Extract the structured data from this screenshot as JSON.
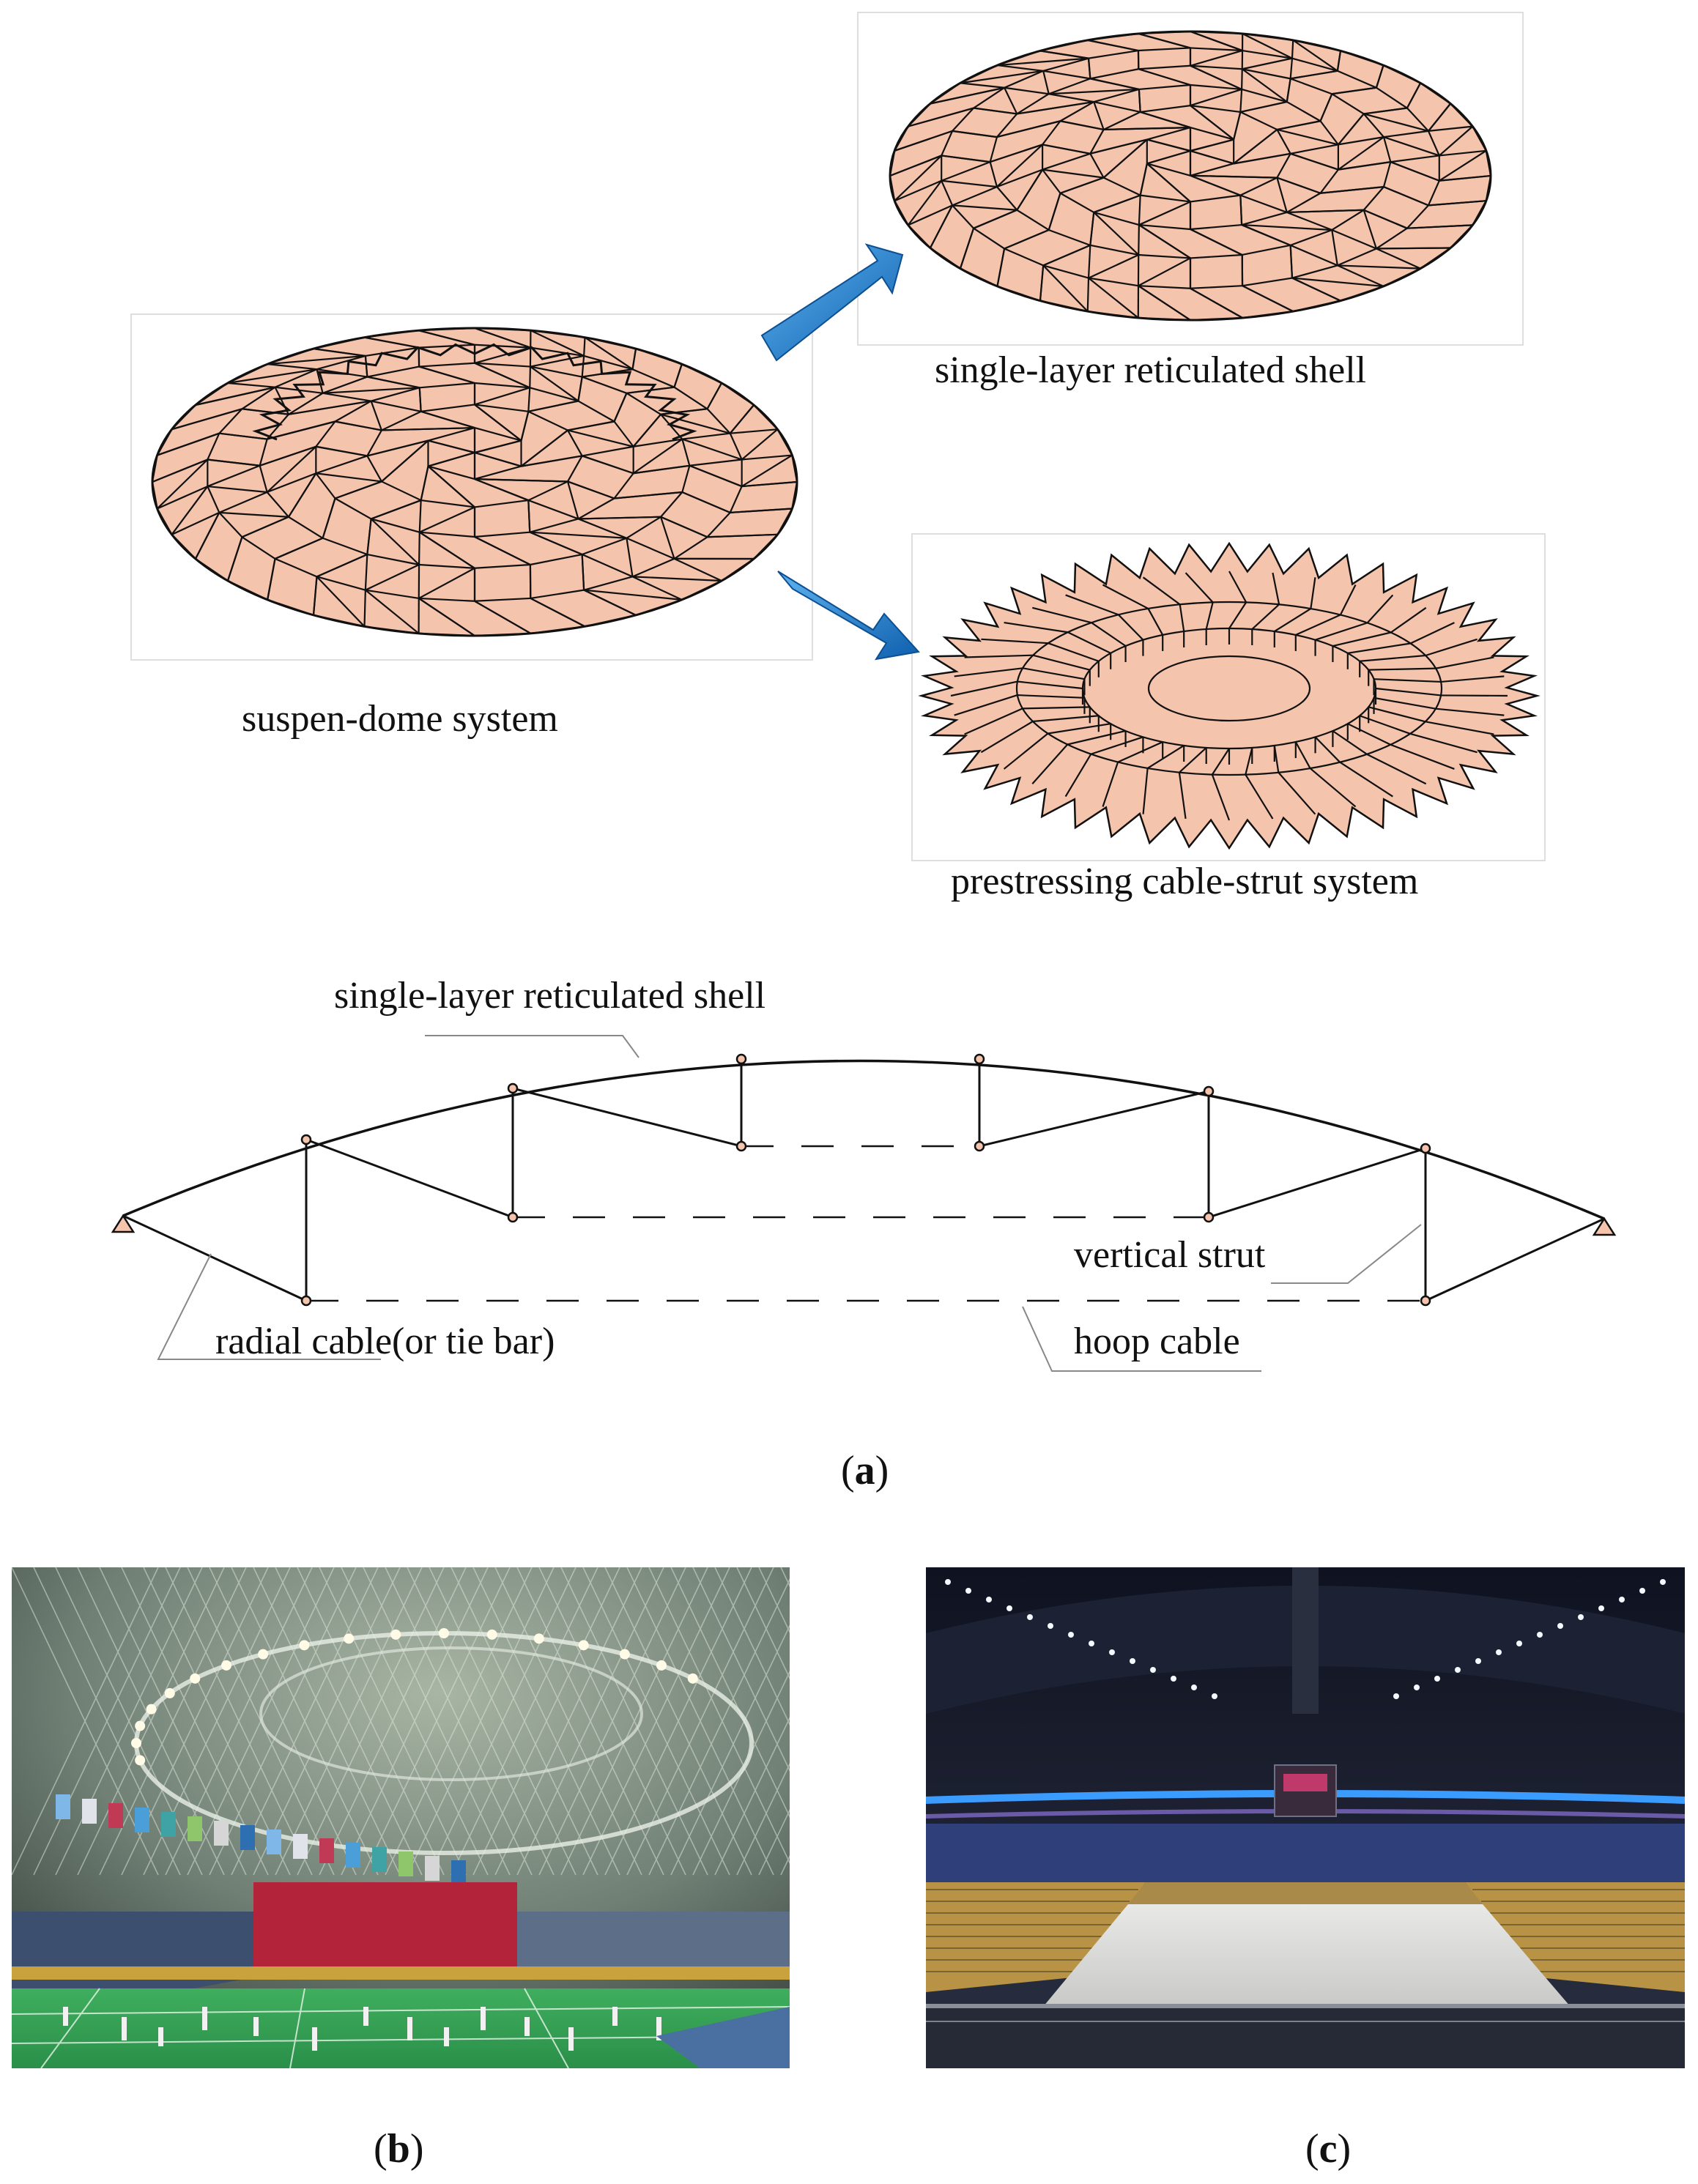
{
  "panel_a": {
    "label_suspen_dome": "suspen-dome system",
    "label_shell": "single-layer reticulated shell",
    "label_cable_strut": "prestressing cable-strut system",
    "section": {
      "label_shell": "single-layer reticulated shell",
      "label_strut": "vertical strut",
      "label_radial": "radial cable(or tie bar)",
      "label_hoop": "hoop cable"
    },
    "caption_open": "(",
    "caption_letter": "a",
    "caption_close": ")"
  },
  "panel_b": {
    "caption_open": "(",
    "caption_letter": "b",
    "caption_close": ")"
  },
  "panel_c": {
    "caption_open": "(",
    "caption_letter": "c",
    "caption_close": ")"
  },
  "colors": {
    "dome_fill": "#f5c4ad",
    "line": "#111111",
    "arrow_blue": "#1a7fd0",
    "court_green": "#2fa85a",
    "arena_dark": "#1a1d2a"
  }
}
